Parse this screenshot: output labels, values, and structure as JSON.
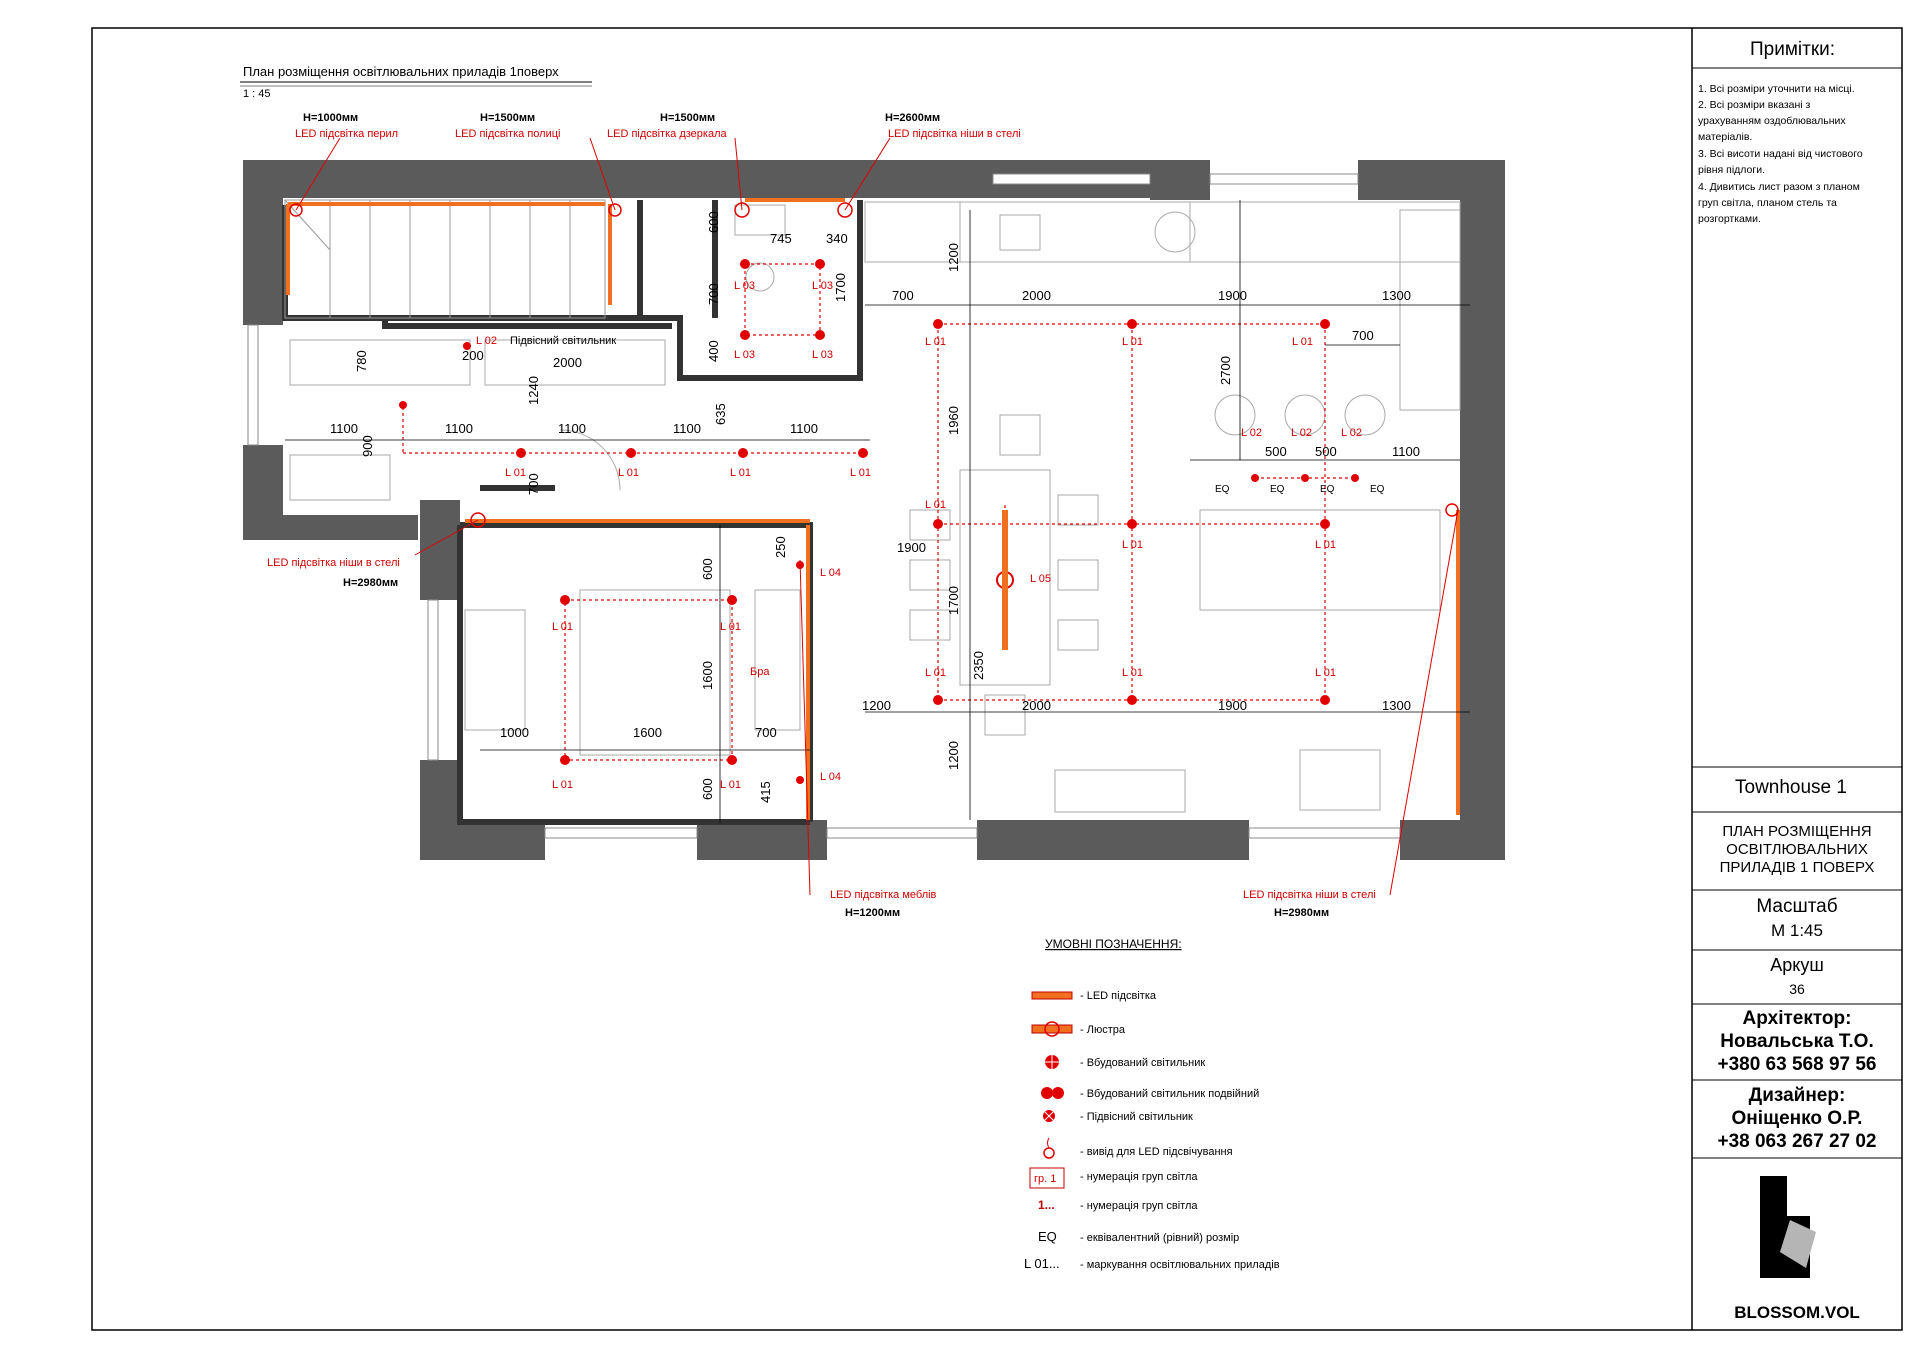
{
  "plan": {
    "title": "План розміщення освітлювальних приладів 1поверх",
    "scale": "1 : 45"
  },
  "callouts": {
    "railing": {
      "height": "H=1000мм",
      "label": "LED підсвітка перил"
    },
    "shelf": {
      "height": "H=1500мм",
      "label": "LED підсвітка полиці"
    },
    "mirror": {
      "height": "H=1500мм",
      "label": "LED підсвітка дзеркала"
    },
    "niche_top": {
      "height": "H=2600мм",
      "label": "LED підсвітка ніши в стелі"
    },
    "niche_left": {
      "label": "LED підсвітка ніши в стелі",
      "height": "H=2980мм"
    },
    "furniture": {
      "label": "LED підсвітка меблів",
      "height": "H=1200мм"
    },
    "niche_right": {
      "label": "LED підсвітка ніши в стелі",
      "height": "H=2980мм"
    }
  },
  "fixture_labels": {
    "l01": "L 01",
    "l02": "L 02",
    "l03": "L 03",
    "l04": "L 04",
    "l05": "L 05",
    "pendant": "Підвісний світильник",
    "bra": "Бра",
    "eq": "EQ"
  },
  "dimensions": {
    "d1100": "1100",
    "d2000": "2000",
    "d1900": "1900",
    "d1300": "1300",
    "d700": "700",
    "d780": "780",
    "d900": "900",
    "d1240": "1240",
    "d200": "200",
    "d745": "745",
    "d340": "340",
    "d600": "600",
    "d400": "400",
    "d1700": "1700",
    "d1200": "1200",
    "d2700": "2700",
    "d1960": "1960",
    "d500": "500",
    "d2350": "2350",
    "d1600": "1600",
    "d1000": "1000",
    "d250": "250",
    "d415": "415",
    "d635": "635"
  },
  "legend": {
    "title": "УМОВНІ ПОЗНАЧЕННЯ:",
    "items": [
      "- LED підсвітка",
      "- Люстра",
      "- Вбудований світильник",
      "- Вбудований світильник подвійний",
      "- Підвісний світильник",
      "- вивід для LED підсвічування",
      "- нумерація груп світла",
      "- нумерація груп світла",
      "- еквівалентний (рівний) розмір",
      "- маркування освітлювальних приладів"
    ],
    "symbol_group": "гр. 1",
    "symbol_number": "1...",
    "symbol_eq": "EQ",
    "symbol_mark": "L 01..."
  },
  "notes": {
    "title": "Примітки:",
    "lines": [
      "1. Всі розміри уточнити на місці.",
      "2. Всі розміри вказані з",
      "урахуванням оздоблювальних",
      "матеріалів.",
      "3. Всі висоти надані від чистового",
      "рівня підлоги.",
      "4. Дивитись лист разом з планом",
      "груп світла, планом стель та",
      "розгортками."
    ]
  },
  "title_block": {
    "project": "Townhouse 1",
    "sheet_title": [
      "ПЛАН РОЗМІЩЕННЯ",
      "ОСВІТЛЮВАЛЬНИХ",
      "ПРИЛАДІВ 1  ПОВЕРХ"
    ],
    "scale_label": "Масштаб",
    "scale_value": "М 1:45",
    "sheet_label": "Аркуш",
    "sheet_number": "36",
    "architect_label": "Архітектор:",
    "architect_name": "Новальська Т.О.",
    "architect_phone": "+380 63 568 97 56",
    "designer_label": "Дизайнер:",
    "designer_name": "Оніщенко О.Р.",
    "designer_phone": "+38 063 267 27 02",
    "brand": "BLOSSOM.VOL"
  },
  "colors": {
    "wall": "#5b5b5b",
    "accent_red": "#e00000",
    "led_orange": "#f07020"
  }
}
